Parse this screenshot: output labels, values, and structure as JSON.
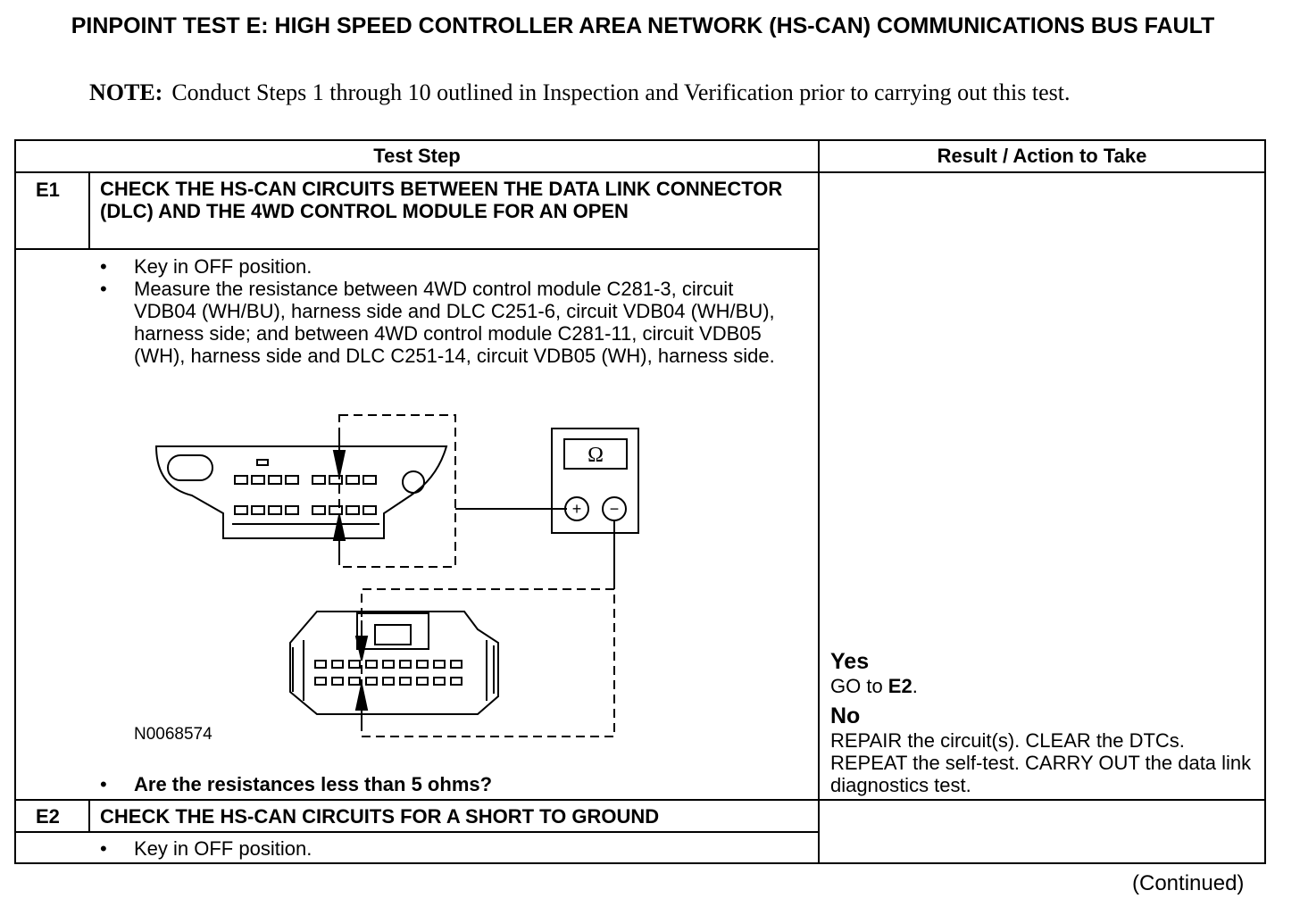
{
  "title": "PINPOINT TEST  E: HIGH SPEED CONTROLLER AREA NETWORK (HS-CAN) COMMUNICATIONS BUS FAULT",
  "note": {
    "label": "NOTE:",
    "text": "Conduct Steps 1 through 10 outlined in Inspection and Verification prior to carrying out this test."
  },
  "table": {
    "headers": {
      "test_step": "Test Step",
      "result": "Result / Action to Take"
    },
    "steps": [
      {
        "id": "E1",
        "title": "CHECK THE HS-CAN CIRCUITS BETWEEN THE DATA LINK CONNECTOR (DLC) AND THE 4WD CONTROL MODULE FOR AN OPEN",
        "bullets": [
          "Key in OFF position.",
          "Measure the resistance between 4WD control module C281-3, circuit VDB04 (WH/BU), harness side and DLC C251-6, circuit VDB04 (WH/BU), harness side; and between 4WD control module  C281-11, circuit VDB05 (WH), harness side and DLC C251-14, circuit VDB05 (WH), harness side."
        ],
        "figure_id": "N0068574",
        "meter_symbol": "Ω",
        "meter_plus": "+",
        "meter_minus": "−",
        "question": "Are the resistances less than 5 ohms?",
        "yes_label": "Yes",
        "yes_text_prefix": "GO to ",
        "yes_target": "E2",
        "yes_text_suffix": ".",
        "no_label": "No",
        "no_text": "REPAIR the circuit(s). CLEAR the DTCs. REPEAT the self-test. CARRY OUT the data link diagnostics test."
      },
      {
        "id": "E2",
        "title": "CHECK THE HS-CAN CIRCUITS FOR A SHORT TO GROUND",
        "bullets": [
          "Key in OFF position."
        ]
      }
    ],
    "bullet_symbol": "•"
  },
  "footer": "(Continued)"
}
